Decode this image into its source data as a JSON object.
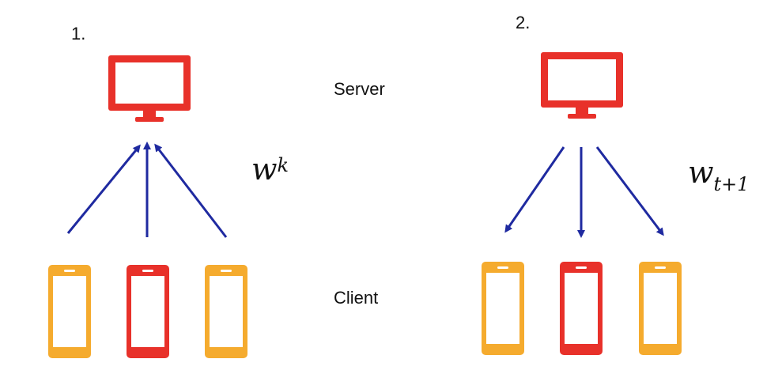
{
  "panels": [
    {
      "number": "1."
    },
    {
      "number": "2."
    }
  ],
  "labels": {
    "server": "Server",
    "client": "Client"
  },
  "math": {
    "upload": {
      "base": "w",
      "sup": "k"
    },
    "download": {
      "base": "w",
      "sub": "t+1"
    }
  },
  "colors": {
    "server": "#e8312a",
    "client_orange": "#f5ab2e",
    "client_red": "#e8312a",
    "arrow": "#1f2aa0"
  },
  "icons": {
    "server": "monitor-icon",
    "client": "smartphone-icon"
  }
}
